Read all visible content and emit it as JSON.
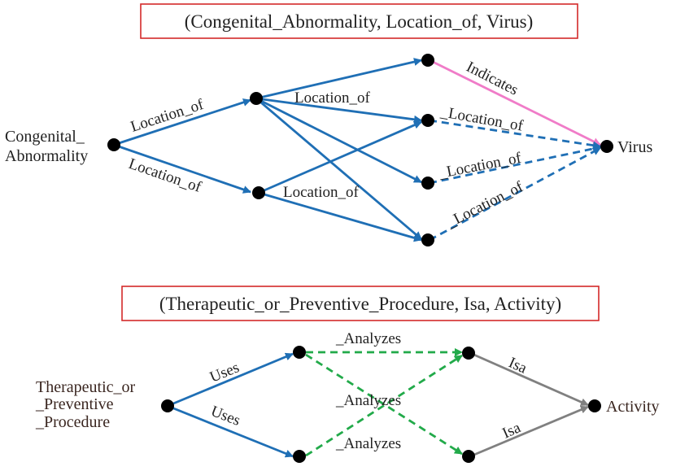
{
  "colors": {
    "blue": "#1f6fb5",
    "dash_blue": "#1f6fb5",
    "pink": "#f07cc8",
    "green": "#22aa4a",
    "gray": "#808080",
    "box": "#d42a2a",
    "node": "#000000"
  },
  "diagram1": {
    "title": "(Congenital_Abnormality, Location_of, Virus)",
    "source_label_line1": "Congenital_",
    "source_label_line2": "Abnormality",
    "target_label": "Virus",
    "edges": {
      "src_to_mid_top": "Location_of",
      "src_to_mid_bottom": "Location_of",
      "mid_top_out": "Location_of",
      "mid_bottom_out": "Location_of",
      "indicates": "Indicates",
      "dashed_1": "_Location_of",
      "dashed_2": "_Location_of",
      "dashed_3": "_Location_of"
    }
  },
  "diagram2": {
    "title": "(Therapeutic_or_Preventive_Procedure, Isa, Activity)",
    "source_label_line1": "Therapeutic_or",
    "source_label_line2": "_Preventive",
    "source_label_line3": "_Procedure",
    "target_label": "Activity",
    "edges": {
      "uses_top": "Uses",
      "uses_bottom": "Uses",
      "analyzes_top": "_Analyzes",
      "analyzes_middle": "_Analyzes",
      "analyzes_bottom": "_Analyzes",
      "isa_top": "Isa",
      "isa_bottom": "Isa"
    }
  }
}
